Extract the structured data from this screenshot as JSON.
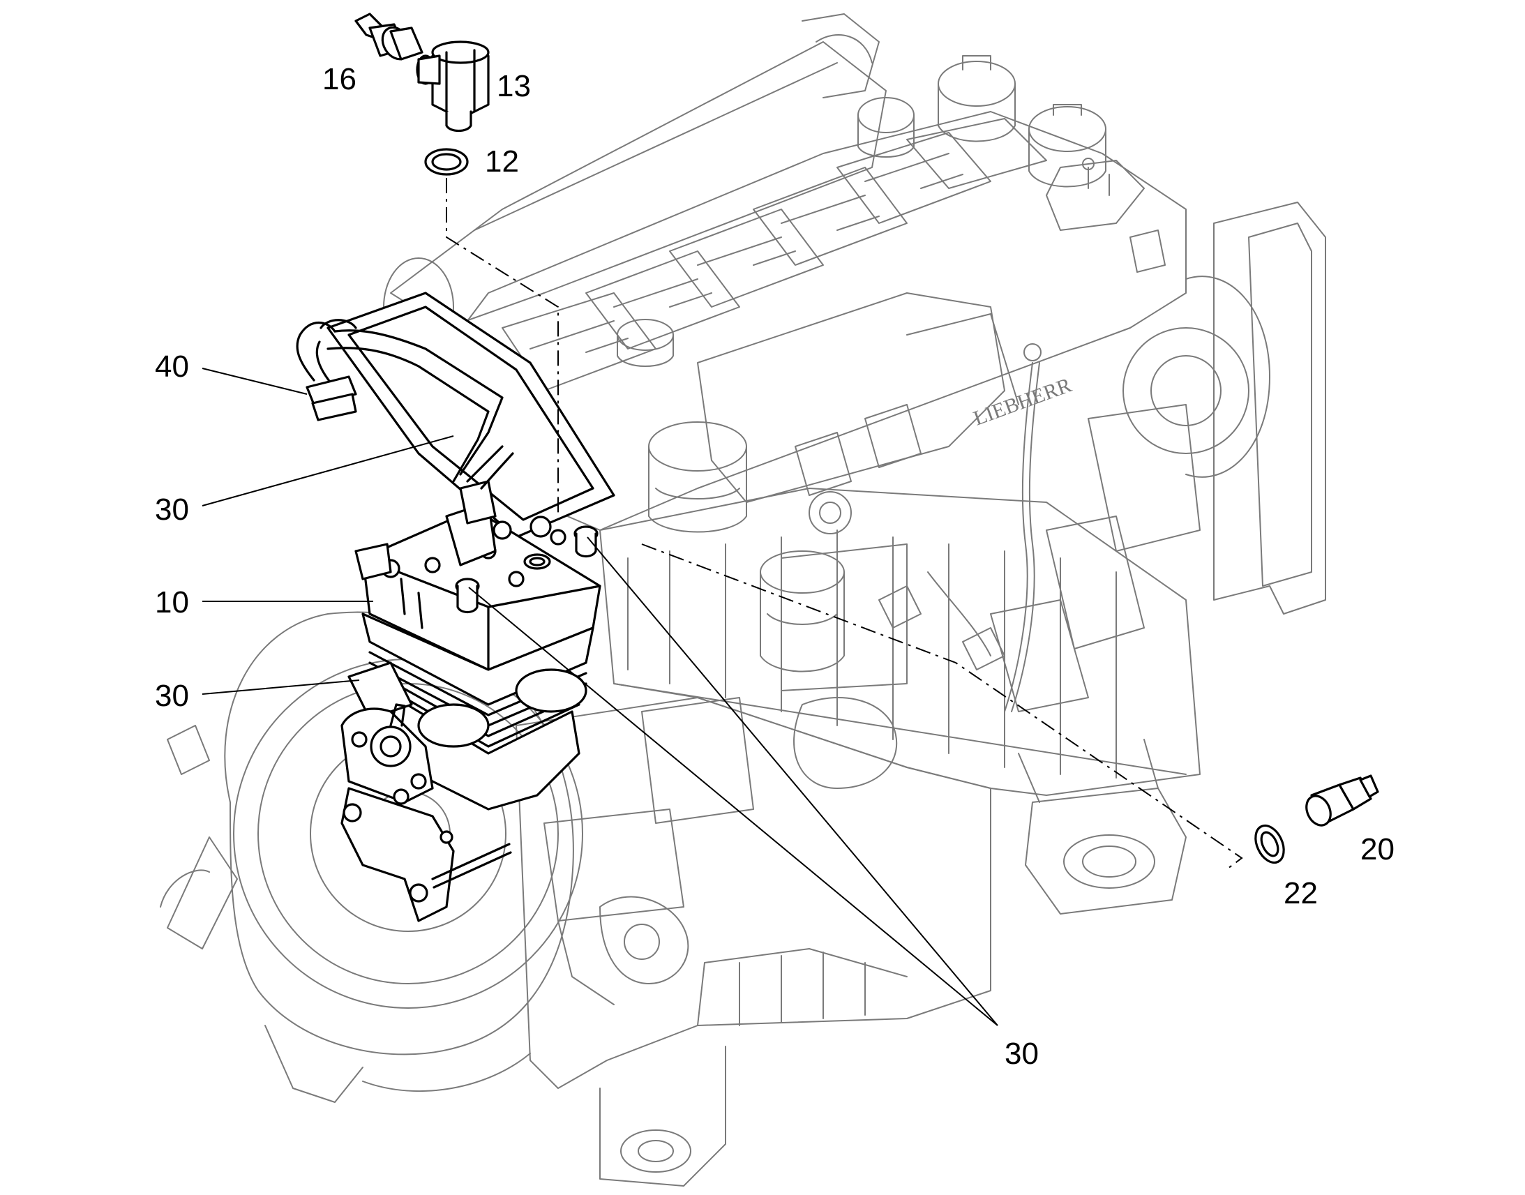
{
  "diagram": {
    "callouts": [
      {
        "id": "16",
        "label": "16"
      },
      {
        "id": "13",
        "label": "13"
      },
      {
        "id": "12",
        "label": "12"
      },
      {
        "id": "40",
        "label": "40"
      },
      {
        "id": "30a",
        "label": "30"
      },
      {
        "id": "10",
        "label": "10"
      },
      {
        "id": "30b",
        "label": "30"
      },
      {
        "id": "30c",
        "label": "30"
      },
      {
        "id": "20",
        "label": "20"
      },
      {
        "id": "22",
        "label": "22"
      }
    ],
    "brand_text": "LIEBHERR",
    "colors": {
      "ink": "#000000",
      "ghost": "#7a7a7a",
      "background": "#ffffff"
    }
  }
}
